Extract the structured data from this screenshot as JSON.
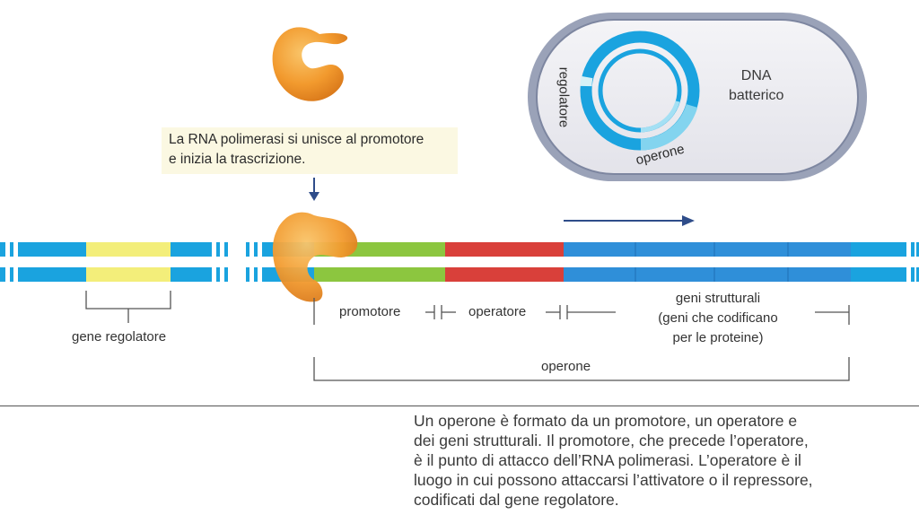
{
  "callout": {
    "line1": "La RNA polimerasi si unisce al promotore",
    "line2": "e inizia la trascrizione."
  },
  "cell": {
    "dna_label_line1": "DNA",
    "dna_label_line2": "batterico",
    "regulator_label": "regolatore",
    "operon_label": "operone"
  },
  "segments": {
    "promoter": "promotore",
    "operator": "operatore",
    "structural_line1": "geni strutturali",
    "structural_line2": "(geni che codificano",
    "structural_line3": "per le proteine)",
    "operon": "operone",
    "regulator_gene": "gene regolatore"
  },
  "caption": {
    "line1": "Un operone è formato da un promotore, un operatore e",
    "line2": "dei geni strutturali. Il promotore, che precede l’operatore,",
    "line3": "è il punto di attacco dell’RNA polimerasi. L’operatore è il",
    "line4": "luogo in cui possono attaccarsi l’attivatore o il repressore,",
    "line5": "codificati dal gene regolatore."
  },
  "colors": {
    "dna_blue": "#1aa3df",
    "structural_blue": "#2f8fd9",
    "regulator_yellow": "#f3ee7a",
    "promoter_green": "#8cc63f",
    "operator_red": "#d9403a",
    "polymerase_orange": "#f29a2e",
    "cell_ring": "#2aa6e0"
  }
}
